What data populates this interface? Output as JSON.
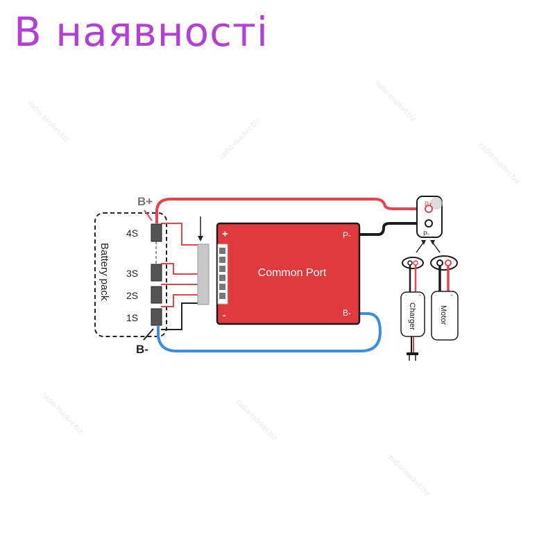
{
  "title": "В наявності",
  "watermark": "radio-market.biz",
  "diagram": {
    "battery_pack_label": "Battery pack",
    "cells": [
      "4S",
      "3S",
      "2S",
      "1S"
    ],
    "b_plus": "B+",
    "b_minus": "B-",
    "board_label": "Common Port",
    "board_plus": "+",
    "board_minus": "-",
    "p_minus": "P-",
    "board_b_minus": "B-",
    "terminal_p_plus": "P+",
    "terminal_p_minus": "P-",
    "charger": "Charger",
    "motor": "Motor",
    "plus_sign": "+",
    "minus_sign": "-",
    "colors": {
      "title": "#b33fd4",
      "board": "#e0393e",
      "positive_wire": "#e8424a",
      "negative_wire": "#1c1c1c",
      "b_minus_wire": "#3b8fe0"
    }
  }
}
